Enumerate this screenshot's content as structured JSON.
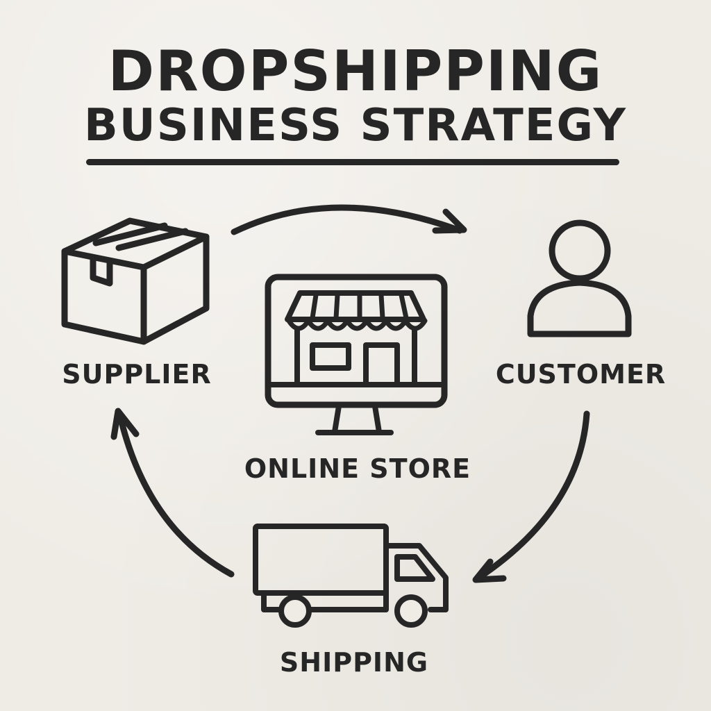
{
  "title": {
    "line1": "DROPSHIPPING",
    "line2": "BUSINESS STRATEGY"
  },
  "nodes": [
    {
      "id": "supplier",
      "label": "SUPPLIER",
      "icon": "box-icon"
    },
    {
      "id": "online_store",
      "label": "ONLINE STORE",
      "icon": "storefront-monitor-icon"
    },
    {
      "id": "customer",
      "label": "CUSTOMER",
      "icon": "person-icon"
    },
    {
      "id": "shipping",
      "label": "SHIPPING",
      "icon": "truck-icon"
    }
  ],
  "flow": [
    {
      "from": "SUPPLIER",
      "to": "CUSTOMER"
    },
    {
      "from": "CUSTOMER",
      "to": "SHIPPING"
    },
    {
      "from": "SHIPPING",
      "to": "SUPPLIER"
    }
  ],
  "colors": {
    "background": "#efece6",
    "ink": "#262626"
  }
}
